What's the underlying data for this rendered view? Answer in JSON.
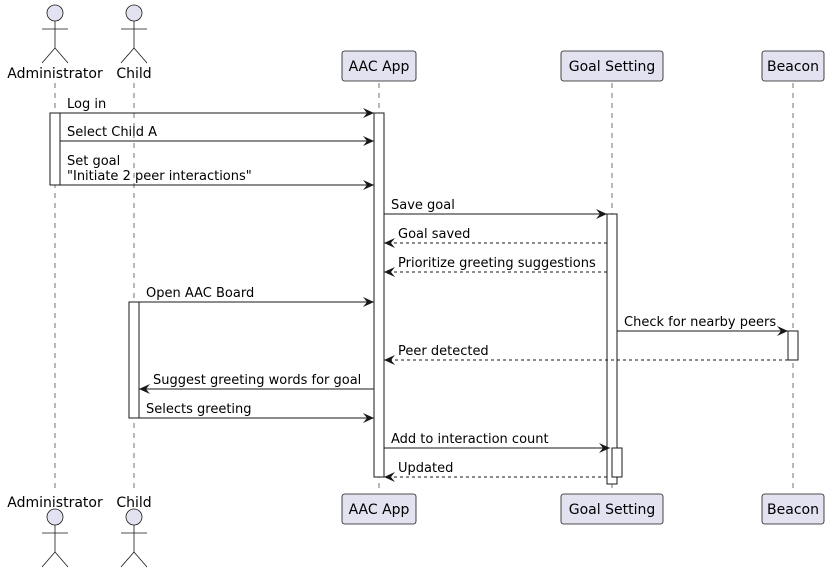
{
  "participants": [
    {
      "id": "admin",
      "label": "Administrator",
      "kind": "actor"
    },
    {
      "id": "child",
      "label": "Child",
      "kind": "actor"
    },
    {
      "id": "aac",
      "label": "AAC App",
      "kind": "box"
    },
    {
      "id": "goal",
      "label": "Goal Setting",
      "kind": "box"
    },
    {
      "id": "beacon",
      "label": "Beacon",
      "kind": "box"
    }
  ],
  "messages": [
    {
      "from": "admin",
      "to": "aac",
      "style": "solid",
      "lines": [
        "Log in"
      ]
    },
    {
      "from": "admin",
      "to": "aac",
      "style": "solid",
      "lines": [
        "Select Child A"
      ]
    },
    {
      "from": "admin",
      "to": "aac",
      "style": "solid",
      "lines": [
        "Set goal",
        "\"Initiate 2 peer interactions\""
      ]
    },
    {
      "from": "aac",
      "to": "goal",
      "style": "solid",
      "lines": [
        "Save goal"
      ]
    },
    {
      "from": "goal",
      "to": "aac",
      "style": "dashed",
      "lines": [
        "Goal saved"
      ]
    },
    {
      "from": "goal",
      "to": "aac",
      "style": "dashed",
      "lines": [
        "Prioritize greeting suggestions"
      ]
    },
    {
      "from": "child",
      "to": "aac",
      "style": "solid",
      "lines": [
        "Open AAC Board"
      ]
    },
    {
      "from": "goal",
      "to": "beacon",
      "style": "solid",
      "lines": [
        "Check for nearby peers"
      ]
    },
    {
      "from": "beacon",
      "to": "aac",
      "style": "dashed",
      "lines": [
        "Peer detected"
      ]
    },
    {
      "from": "aac",
      "to": "child",
      "style": "solid",
      "lines": [
        "Suggest greeting words for goal"
      ]
    },
    {
      "from": "child",
      "to": "aac",
      "style": "solid",
      "lines": [
        "Selects greeting"
      ]
    },
    {
      "from": "aac",
      "to": "goal",
      "style": "solid",
      "lines": [
        "Add to interaction count"
      ]
    },
    {
      "from": "goal",
      "to": "aac",
      "style": "dashed",
      "lines": [
        "Updated"
      ]
    }
  ],
  "colors": {
    "participant_fill": "#E2E2F0",
    "participant_stroke": "#181818",
    "lifeline": "#181818",
    "activation_fill": "#FFFFFF",
    "arrow": "#181818",
    "background": "#FFFFFF"
  }
}
